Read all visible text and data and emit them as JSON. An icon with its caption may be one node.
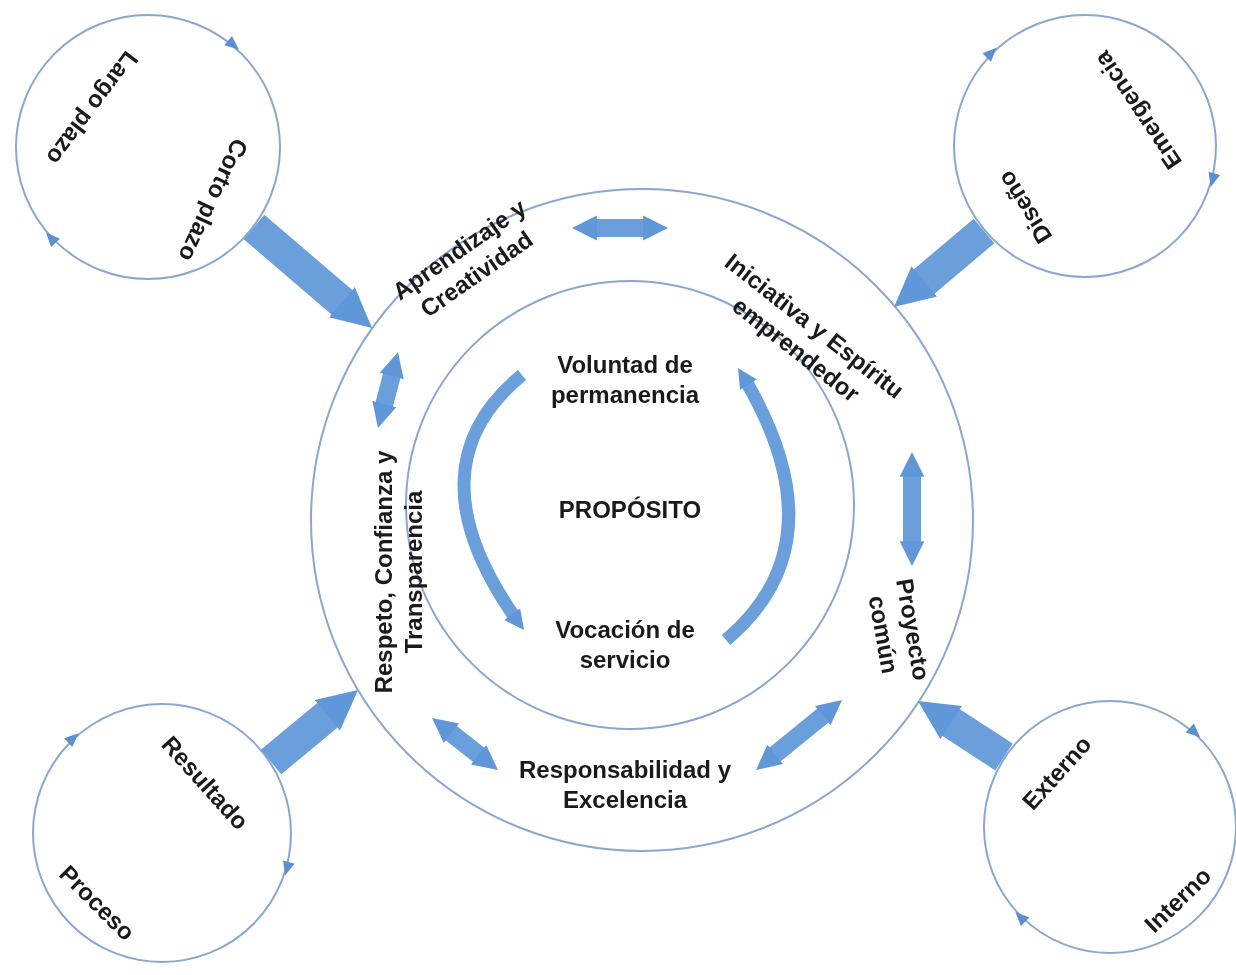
{
  "diagram": {
    "nodes": [
      {
        "text": [],
        "shape": "circle"
      },
      {
        "text": [
          "Aprendizaje y Creatividad"
        ],
        "in": 0
      },
      {
        "text": [
          "Iniciativa y Espíritu emprendedor"
        ],
        "in": 0
      },
      {
        "text": [
          "Proyecto común"
        ],
        "in": 0
      },
      {
        "text": [
          "Responsabilidad y Excelencia"
        ],
        "in": 0
      },
      {
        "text": [
          "Respeto, Confianza y Transparencia"
        ],
        "in": 0
      },
      {
        "text": [
          "PROPÓSITO"
        ],
        "in": 0
      },
      {
        "text": [
          "Voluntad de permanencia"
        ],
        "in": 6
      },
      {
        "text": [
          "Vocación de servicio"
        ],
        "in": 6
      },
      {
        "text": [
          "Largo plazo",
          "Corto plazo"
        ]
      },
      {
        "text": [
          "Emergencia",
          "Diseño"
        ]
      },
      {
        "text": [
          "Resultado",
          "Proceso"
        ]
      },
      {
        "text": [
          "Externo",
          "Interno"
        ]
      }
    ],
    "edges": [
      {
        "from": 9,
        "to": 0,
        "arrow": "to"
      },
      {
        "from": 10,
        "to": 0,
        "arrow": "to"
      },
      {
        "from": 11,
        "to": 0,
        "arrow": "to"
      },
      {
        "from": 12,
        "to": 0,
        "arrow": "to"
      },
      {
        "from": 1,
        "to": 2,
        "arrow": "both"
      },
      {
        "from": 2,
        "to": 3,
        "arrow": "both"
      },
      {
        "from": 3,
        "to": 4,
        "arrow": "both"
      },
      {
        "from": 4,
        "to": 5,
        "arrow": "both"
      },
      {
        "from": 5,
        "to": 1,
        "arrow": "both"
      },
      {
        "from": 7,
        "to": 8,
        "arrow": "to"
      },
      {
        "from": 8,
        "to": 7,
        "arrow": "to"
      }
    ]
  }
}
